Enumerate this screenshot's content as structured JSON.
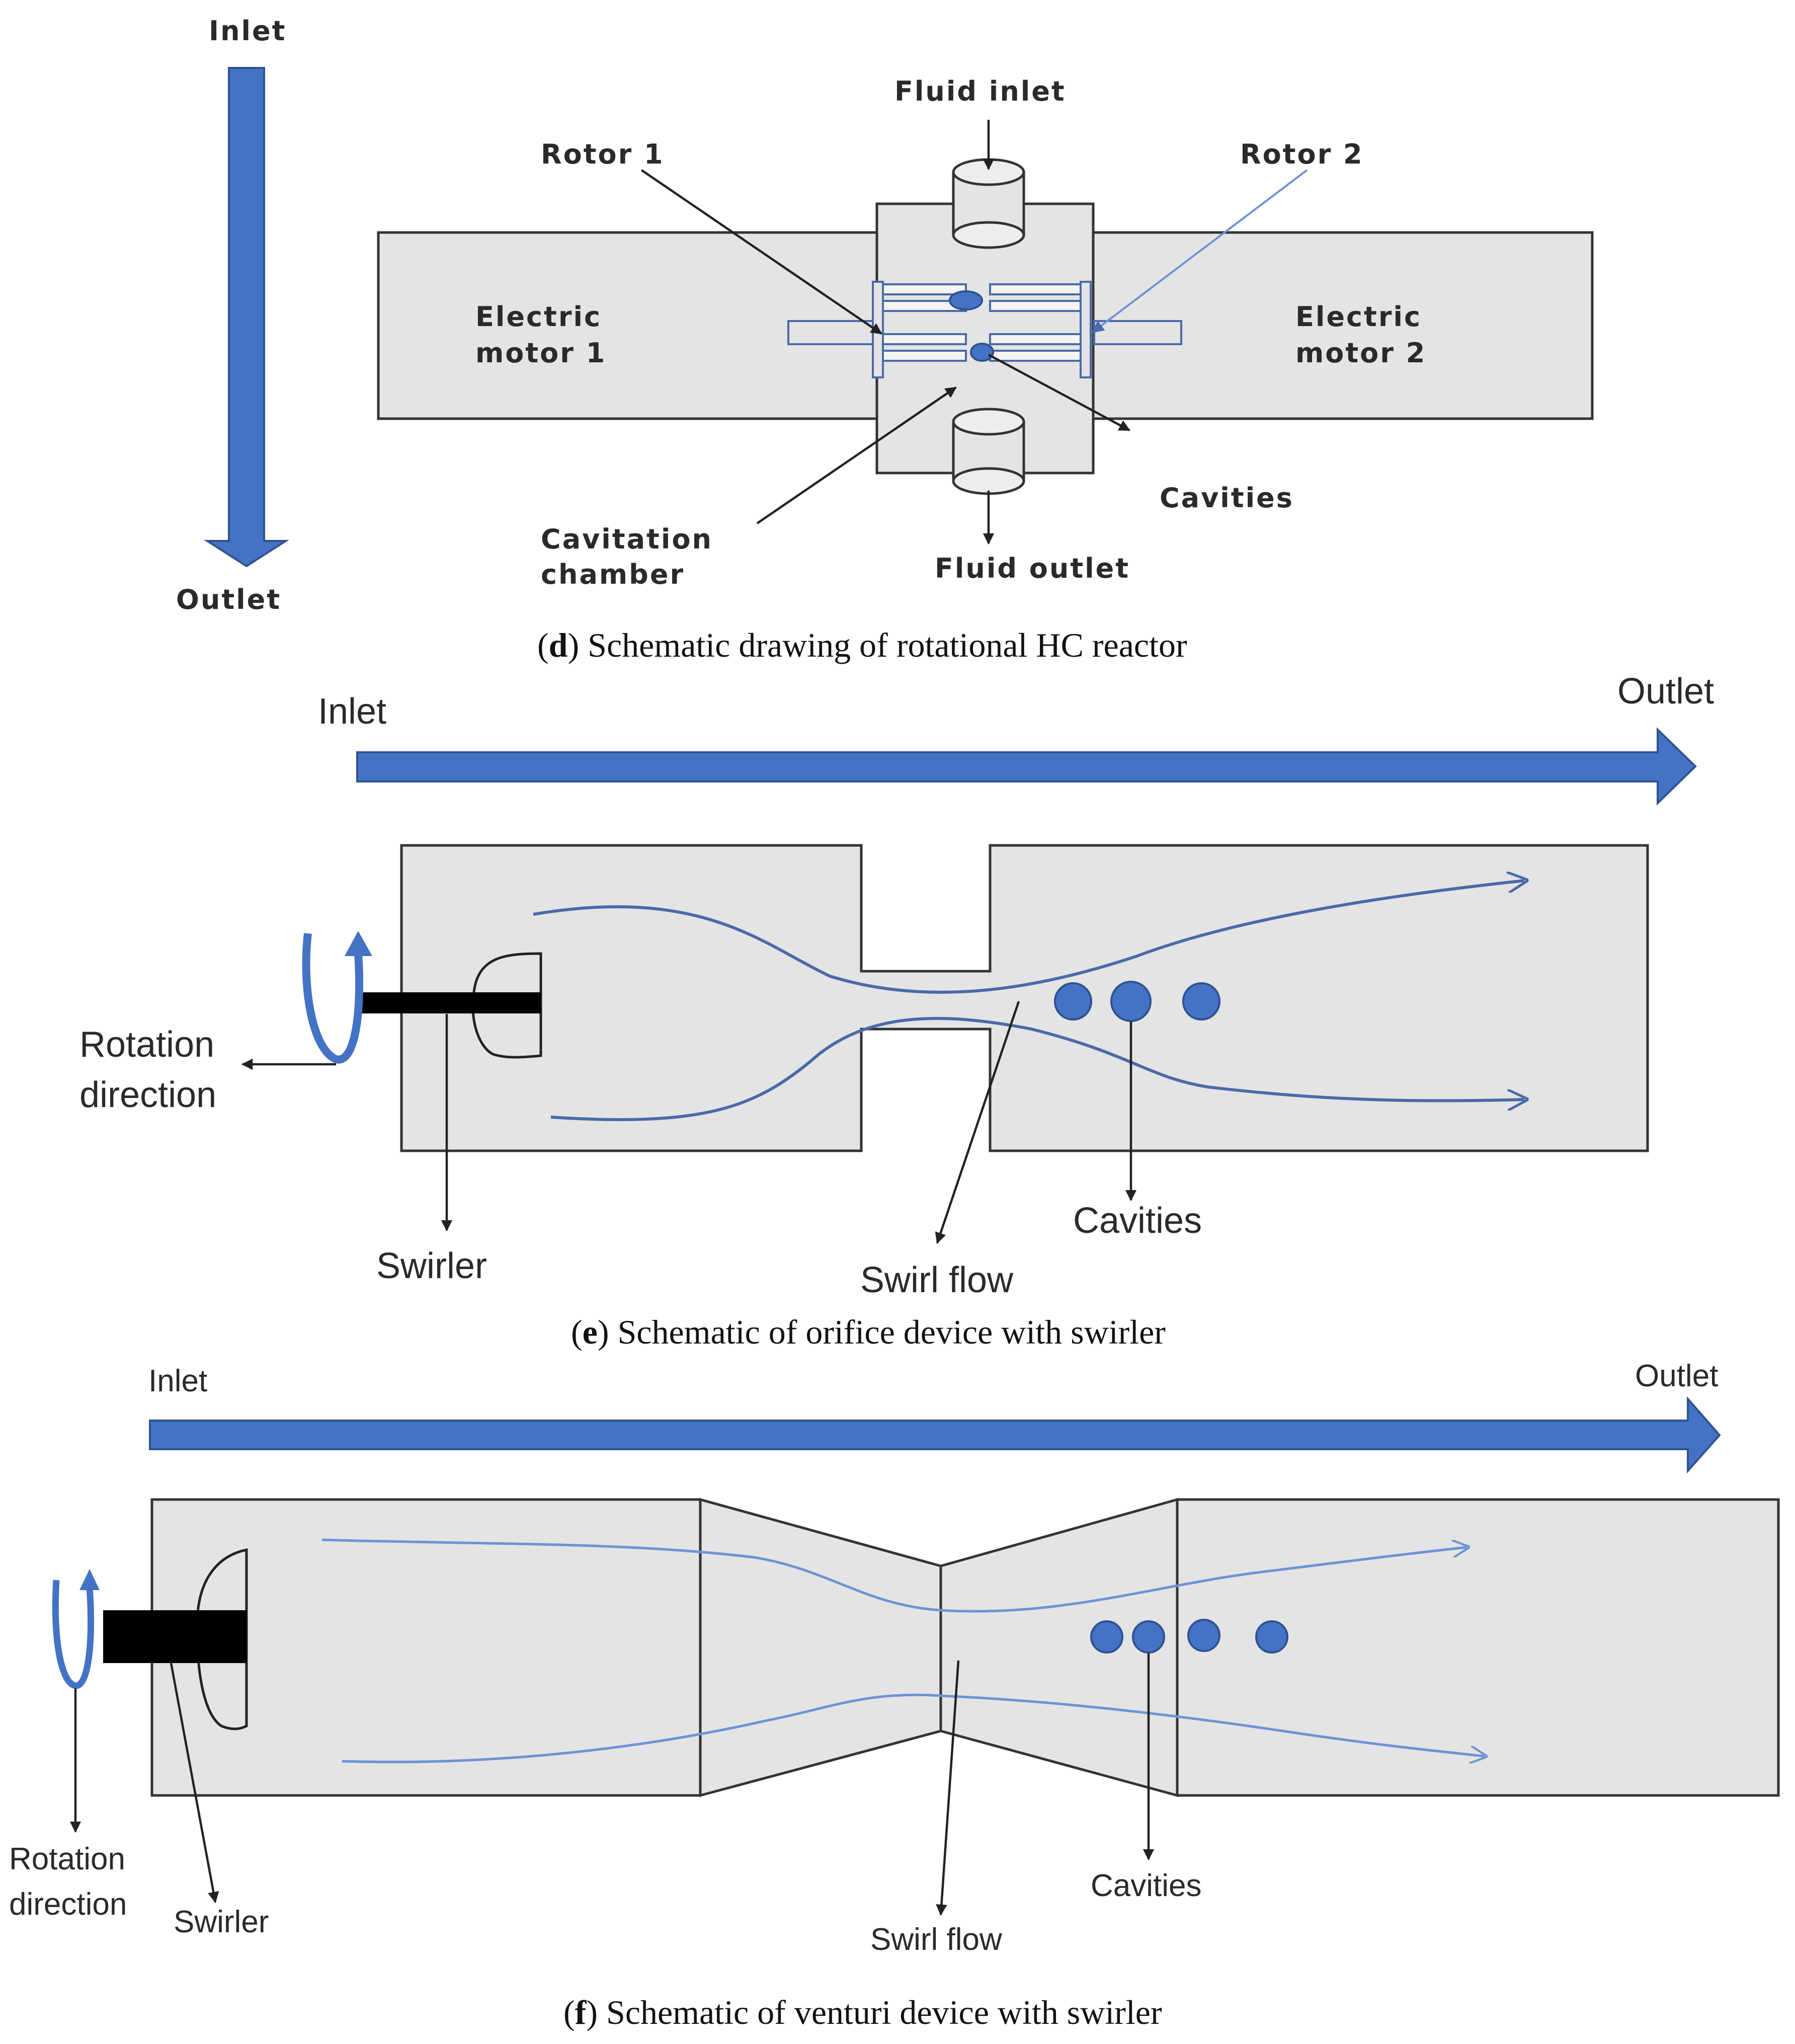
{
  "panel_d": {
    "inlet": "Inlet",
    "outlet": "Outlet",
    "fluid_inlet": "Fluid inlet",
    "fluid_outlet": "Fluid outlet",
    "rotor1": "Rotor 1",
    "rotor2": "Rotor 2",
    "motor1_line1": "Electric",
    "motor1_line2": "motor 1",
    "motor2_line1": "Electric",
    "motor2_line2": "motor 2",
    "cavitation_line1": "Cavitation",
    "cavitation_line2": "chamber",
    "cavities": "Cavities",
    "caption_letter": "d",
    "caption_text": ") Schematic drawing of rotational HC reactor"
  },
  "panel_e": {
    "inlet": "Inlet",
    "outlet": "Outlet",
    "rotation_line1": "Rotation",
    "rotation_line2": "direction",
    "swirler": "Swirler",
    "swirl_flow": "Swirl flow",
    "cavities": "Cavities",
    "caption_letter": "e",
    "caption_text": ") Schematic of orifice device with swirler"
  },
  "panel_f": {
    "inlet": "Inlet",
    "outlet": "Outlet",
    "rotation_line1": "Rotation",
    "rotation_line2": "direction",
    "swirler": "Swirler",
    "swirl_flow": "Swirl flow",
    "cavities": "Cavities",
    "caption_letter": "f",
    "caption_text": ") Schematic of venturi device with swirler"
  },
  "colors": {
    "flow_arrow": "#4472c4",
    "body_fill": "#e4e4e4",
    "shaft": "#000000"
  }
}
